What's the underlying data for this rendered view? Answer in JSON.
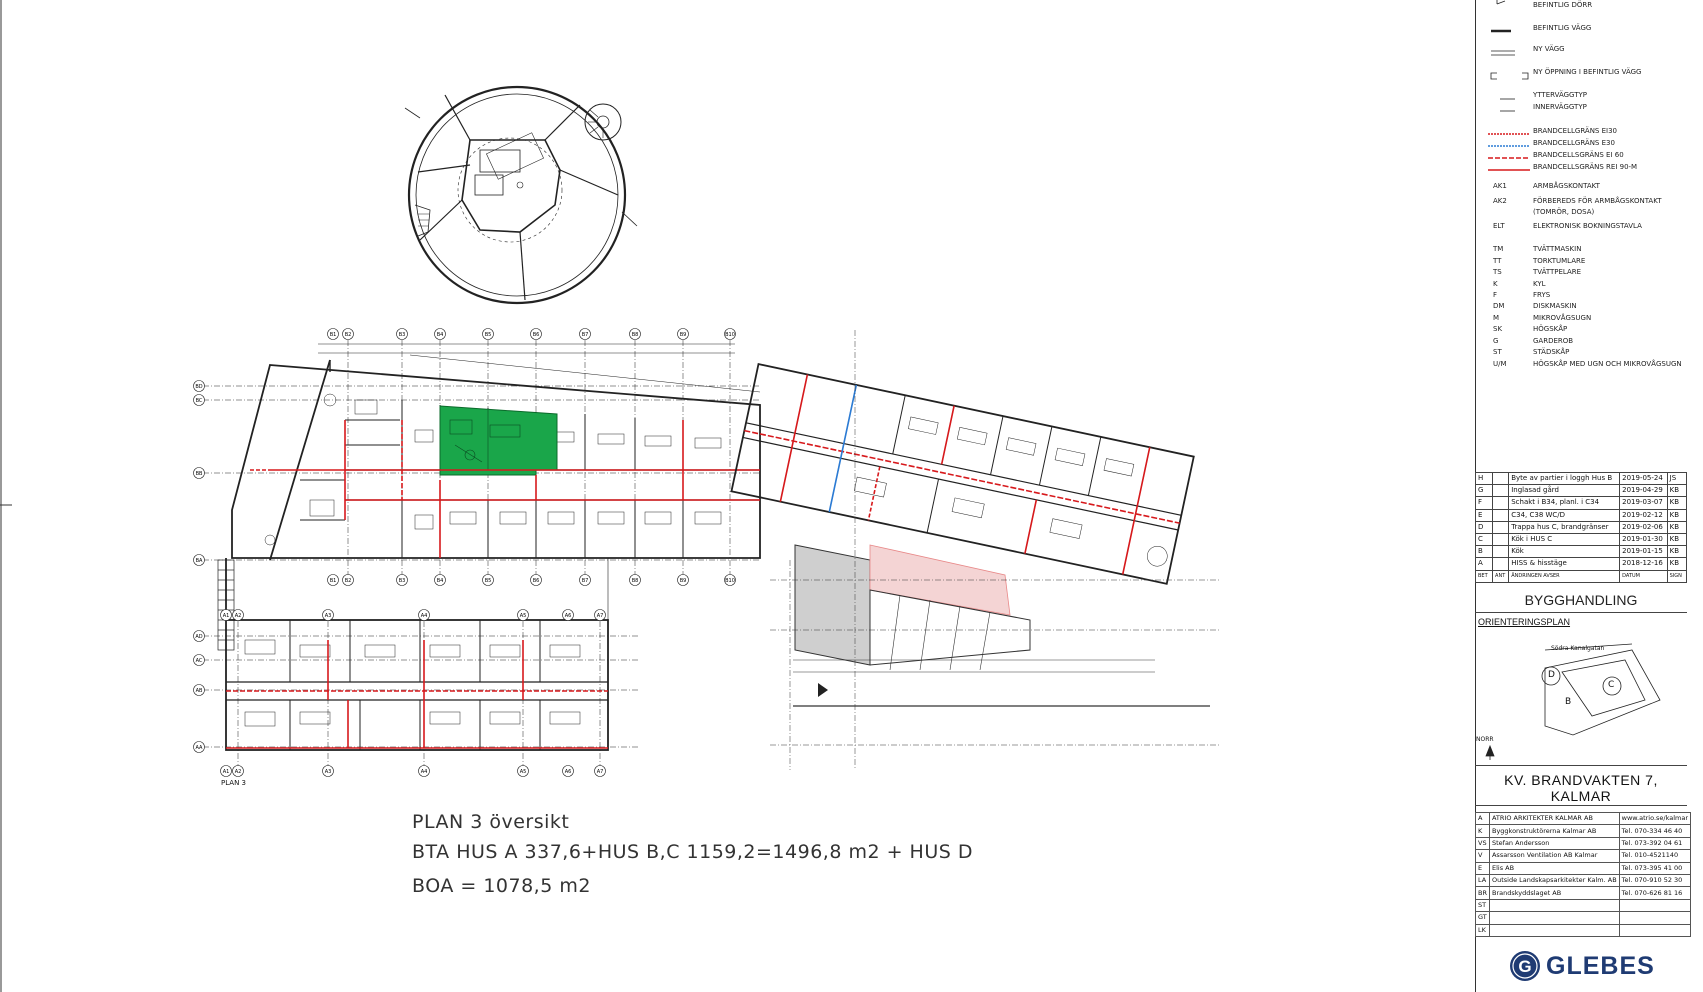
{
  "plan": {
    "title": "PLAN 3 översikt",
    "bta": "BTA HUS A 337,6+HUS B,C 1159,2=1496,8 m2 + HUS D",
    "boa": "BOA = 1078,5 m2",
    "plan_label": "PLAN 3"
  },
  "legend": [
    {
      "label": "BEFINTLIG DÖRR"
    },
    {
      "label": "BEFINTLIG VÄGG"
    },
    {
      "label": "NY VÄGG"
    },
    {
      "label": "NY ÖPPNING I BEFINTLIG VÄGG"
    },
    {
      "label": "YTTERVÄGGTYP"
    },
    {
      "label": "INNERVÄGGTYP"
    },
    {
      "label": "BRANDCELLGRÄNS EI30",
      "color": "#d7191c"
    },
    {
      "label": "BRANDCELLGRÄNS E30",
      "color": "#2b7bd4"
    },
    {
      "label": "BRANDCELLSGRÄNS EI 60",
      "color": "#d7191c"
    },
    {
      "label": "BRANDCELLSGRÄNS REI 90-M",
      "color": "#d7191c"
    }
  ],
  "abbreviations": [
    {
      "code": "AK1",
      "text": "ARMBÅGSKONTAKT"
    },
    {
      "code": "AK2",
      "text": "FÖRBEREDS FÖR ARMBÅGSKONTAKT",
      "text2": "(TOMRÖR, DOSA)"
    },
    {
      "code": "ELT",
      "text": "ELEKTRONISK BOKNINGSTAVLA"
    },
    {
      "code": "TM",
      "text": "TVÄTTMASKIN"
    },
    {
      "code": "TT",
      "text": "TORKTUMLARE"
    },
    {
      "code": "TS",
      "text": "TVÄTTPELARE"
    },
    {
      "code": "K",
      "text": "KYL"
    },
    {
      "code": "F",
      "text": "FRYS"
    },
    {
      "code": "DM",
      "text": "DISKMASKIN"
    },
    {
      "code": "M",
      "text": "MIKROVÅGSUGN"
    },
    {
      "code": "SK",
      "text": "HÖGSKÅP"
    },
    {
      "code": "G",
      "text": "GARDEROB"
    },
    {
      "code": "ST",
      "text": "STÄDSKÅP"
    },
    {
      "code": "U/M",
      "text": "HÖGSKÅP MED UGN OCH MIKROVÅGSUGN"
    }
  ],
  "revisions": [
    {
      "rev": "H",
      "text": "Byte av partier i loggh Hus B",
      "date": "2019-05-24",
      "sign": "JS"
    },
    {
      "rev": "G",
      "text": "Inglasad gård",
      "date": "2019-04-29",
      "sign": "KB"
    },
    {
      "rev": "F",
      "text": "Schakt i B34, planl. i C34",
      "date": "2019-03-07",
      "sign": "KB"
    },
    {
      "rev": "E",
      "text": "C34, C38 WC/D",
      "date": "2019-02-12",
      "sign": "KB"
    },
    {
      "rev": "D",
      "text": "Trappa hus C, brandgränser",
      "date": "2019-02-06",
      "sign": "KB"
    },
    {
      "rev": "C",
      "text": "Kök i HUS C",
      "date": "2019-01-30",
      "sign": "KB"
    },
    {
      "rev": "B",
      "text": "Kök",
      "date": "2019-01-15",
      "sign": "KB"
    },
    {
      "rev": "A",
      "text": "HISS & hisstäge",
      "date": "2018-12-16",
      "sign": "KB"
    }
  ],
  "revision_header": {
    "rev": "BET",
    "ant": "ANT",
    "text": "ÄNDRINGEN AVSER",
    "date": "DATUM",
    "sign": "SIGN"
  },
  "stage": "BYGGHANDLING",
  "orientation": {
    "label": "ORIENTERINGSPLAN",
    "street": "Södra Kanalgatan",
    "north": "NORR",
    "buildings": [
      "D",
      "C",
      "B"
    ]
  },
  "project": "KV. BRANDVAKTEN 7, KALMAR",
  "consultants": [
    {
      "code": "A",
      "name": "ATRIO ARKITEKTER KALMAR AB",
      "contact": "www.atrio.se/kalmar"
    },
    {
      "code": "K",
      "name": "Byggkonstruktörerna Kalmar AB",
      "contact": "Tel. 070-334 46 40"
    },
    {
      "code": "VS",
      "name": "Stefan Andersson",
      "contact": "Tel. 073-392 04 61"
    },
    {
      "code": "V",
      "name": "Assarsson Ventilation AB Kalmar",
      "contact": "Tel. 010-4521140"
    },
    {
      "code": "E",
      "name": "Elis AB",
      "contact": "Tel. 073-395 41 00"
    },
    {
      "code": "LA",
      "name": "Outside Landskapsarkitekter Kalm. AB",
      "contact": "Tel. 070-910 52 30"
    },
    {
      "code": "BR",
      "name": "Brandskyddslaget AB",
      "contact": "Tel. 070-626 81 16"
    },
    {
      "code": "ST",
      "name": "",
      "contact": ""
    },
    {
      "code": "GT",
      "name": "",
      "contact": ""
    },
    {
      "code": "LK",
      "name": "",
      "contact": ""
    }
  ],
  "logo": {
    "letter": "G",
    "text": "GLEBES",
    "color": "#1f3b73"
  },
  "colors": {
    "green_zone": "#1aa64a",
    "fire_red": "#d7191c",
    "fire_blue": "#2b7bd4",
    "hatch_red": "#e88888"
  },
  "grid_labels_top": [
    "B1",
    "B2",
    "B3",
    "B4",
    "B5",
    "B6",
    "B7",
    "B8",
    "B9",
    "B10"
  ],
  "grid_labels_side": [
    "BD",
    "BC",
    "BB",
    "BA",
    "AD",
    "AC",
    "AB",
    "AA"
  ],
  "grid_labels_bottom": [
    "A1",
    "A2",
    "A3",
    "A4",
    "A5",
    "A6",
    "A7"
  ]
}
